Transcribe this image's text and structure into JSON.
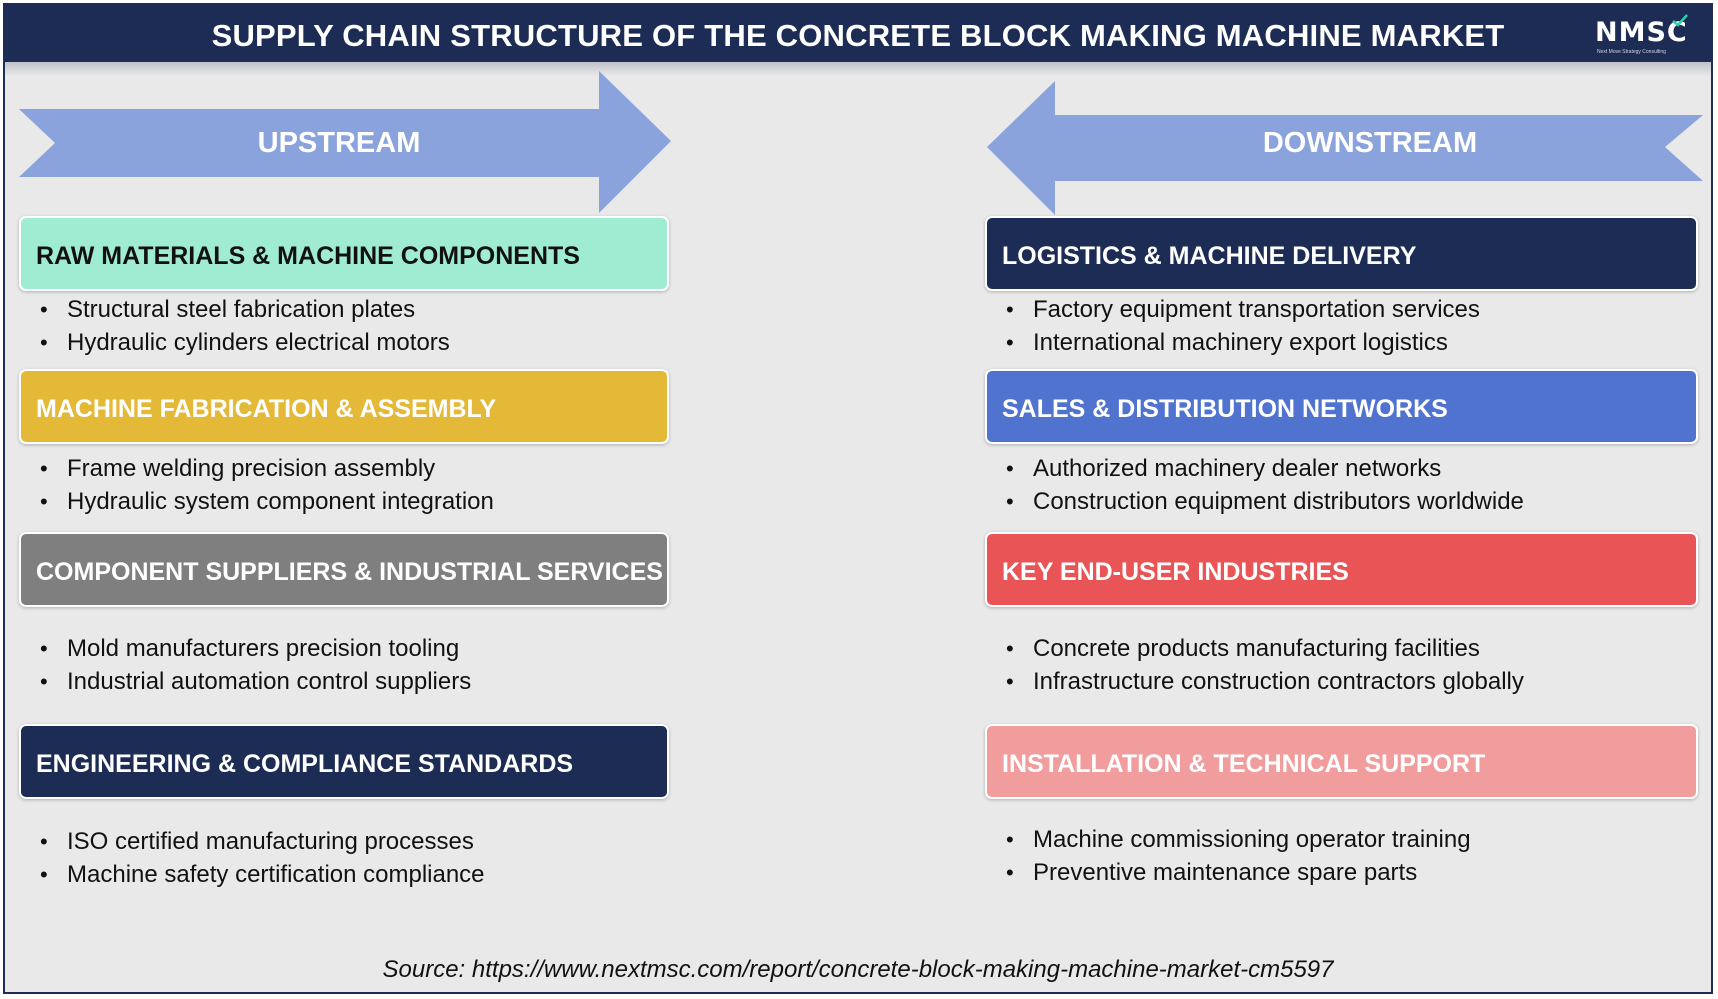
{
  "header": {
    "title": "SUPPLY CHAIN STRUCTURE OF THE CONCRETE BLOCK MAKING MACHINE MARKET",
    "logo_text": "NMSC",
    "logo_subtitle": "Next Move Strategy Consulting"
  },
  "arrows": {
    "upstream": "UPSTREAM",
    "downstream": "DOWNSTREAM",
    "color": "#8aa3dc"
  },
  "upstream": [
    {
      "title": "RAW MATERIALS & MACHINE COMPONENTS",
      "bg": "#a0ecd2",
      "fg": "#111111",
      "items": [
        "Structural steel fabrication plates",
        "Hydraulic cylinders electrical motors"
      ]
    },
    {
      "title": "MACHINE FABRICATION & ASSEMBLY",
      "bg": "#e4b938",
      "fg": "#ffffff",
      "items": [
        "Frame welding precision assembly",
        "Hydraulic system component integration"
      ]
    },
    {
      "title": "COMPONENT SUPPLIERS & INDUSTRIAL SERVICES",
      "bg": "#7f7f7f",
      "fg": "#ffffff",
      "items": [
        "Mold manufacturers precision tooling",
        "Industrial automation control suppliers"
      ]
    },
    {
      "title": "ENGINEERING & COMPLIANCE STANDARDS",
      "bg": "#1c2c54",
      "fg": "#ffffff",
      "items": [
        "ISO certified manufacturing processes",
        "Machine safety certification compliance"
      ]
    }
  ],
  "downstream": [
    {
      "title": "LOGISTICS & MACHINE DELIVERY",
      "bg": "#1c2c54",
      "fg": "#ffffff",
      "items": [
        "Factory equipment transportation services",
        "International machinery export logistics"
      ]
    },
    {
      "title": "SALES & DISTRIBUTION NETWORKS",
      "bg": "#4f73cf",
      "fg": "#ffffff",
      "items": [
        "Authorized machinery dealer networks",
        "Construction equipment distributors worldwide"
      ]
    },
    {
      "title": "KEY END-USER INDUSTRIES",
      "bg": "#e95557",
      "fg": "#ffffff",
      "items": [
        "Concrete products manufacturing facilities",
        "Infrastructure construction contractors globally"
      ]
    },
    {
      "title": "INSTALLATION & TECHNICAL SUPPORT",
      "bg": "#f29d9d",
      "fg": "#ffffff",
      "items": [
        "Machine commissioning operator training",
        "Preventive maintenance spare parts"
      ]
    }
  ],
  "source": "Source: https://www.nextmsc.com/report/concrete-block-making-machine-market-cm5597"
}
